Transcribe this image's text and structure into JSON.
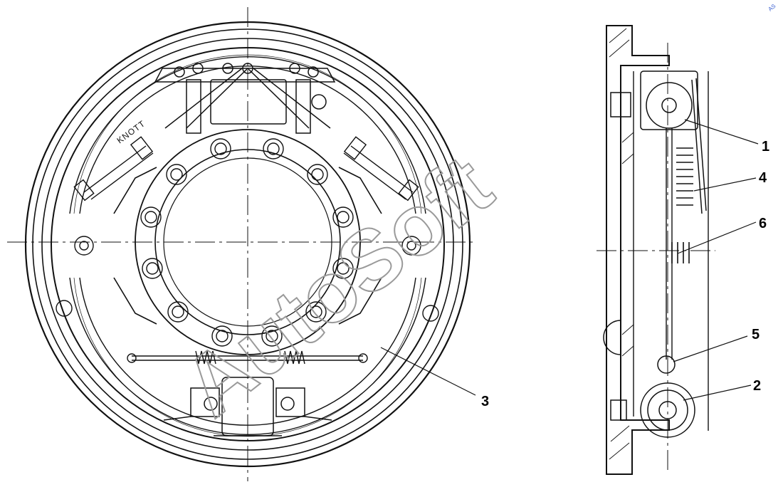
{
  "diagram": {
    "callouts": [
      "1",
      "2",
      "3",
      "4",
      "5",
      "6"
    ],
    "inscription": "KNOTT",
    "watermark": "AutoSoft",
    "corner_mark": "AS"
  },
  "colors": {
    "line": "#111111",
    "background": "#ffffff",
    "watermark": "#9a9a9a",
    "corner_mark": "#3a5fd0"
  }
}
